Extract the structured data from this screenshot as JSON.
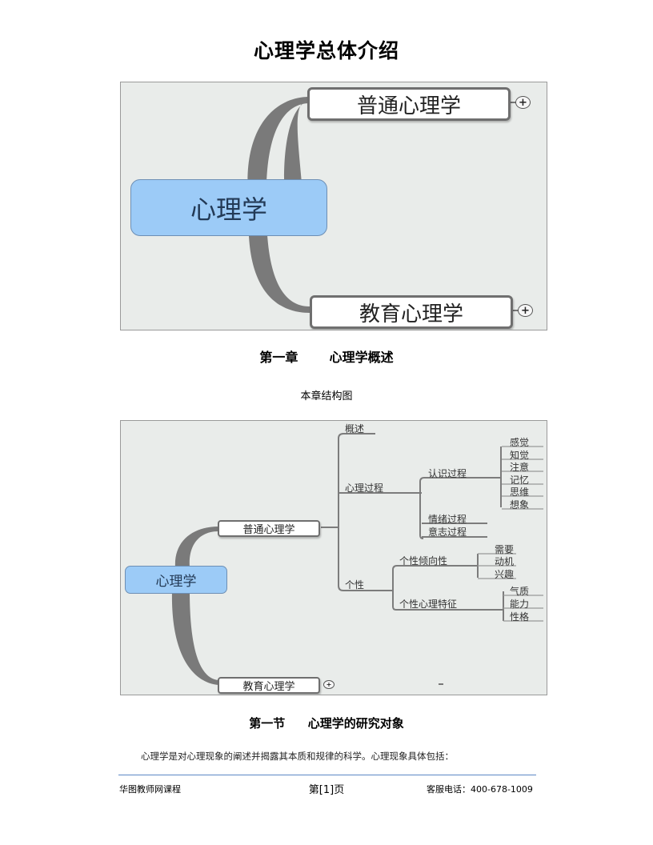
{
  "document": {
    "title": "心理学总体介绍"
  },
  "figure1": {
    "root": "心理学",
    "branches": [
      {
        "label": "普通心理学",
        "expand": "+"
      },
      {
        "label": "教育心理学",
        "expand": "+"
      }
    ],
    "colors": {
      "root_fill": "#9ccbf7",
      "root_border": "#6d8fb5",
      "connector": "#7a7a7a",
      "background": "#e9ecea"
    }
  },
  "chapter": {
    "number": "第一章",
    "title": "心理学概述"
  },
  "chart_caption": "本章结构图",
  "figure2": {
    "root": "心理学",
    "branches": [
      {
        "label": "普通心理学"
      },
      {
        "label": "教育心理学",
        "expand": "+"
      }
    ],
    "general": {
      "overview": "概述",
      "mental_process": {
        "label": "心理过程",
        "cognitive": {
          "label": "认识过程",
          "items": [
            "感觉",
            "知觉",
            "注意",
            "记忆",
            "思维",
            "想象"
          ]
        },
        "emotion": "情绪过程",
        "will": "意志过程"
      },
      "personality": {
        "label": "个性",
        "tendency": {
          "label": "个性倾向性",
          "items": [
            "需要",
            "动机",
            "兴趣"
          ]
        },
        "traits": {
          "label": "个性心理特征",
          "items": [
            "气质",
            "能力",
            "性格"
          ]
        }
      }
    }
  },
  "section": {
    "number": "第一节",
    "title": "心理学的研究对象"
  },
  "paragraph": "心理学是对心理现象的阐述并揭露其本质和规律的科学。心理现象具体包括：",
  "footer": {
    "left": "华图教师网课程",
    "center": "第[1]页",
    "right": "客服电话：400-678-1009",
    "line_color": "#5b87c5"
  }
}
